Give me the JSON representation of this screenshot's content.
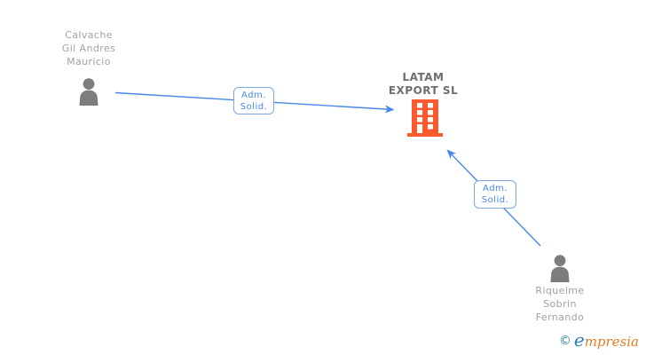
{
  "diagram": {
    "type": "corporate-relationship-graph",
    "background": "#ffffff",
    "colors": {
      "edge_blue": "#4a86e8",
      "edge_label_border": "#7fa8dc",
      "person_icon_gray": "#7d7d7d",
      "person_label_gray": "#a2a2a2",
      "company_label_gray": "#6e6e6e",
      "building_orange": "#f95b2e"
    },
    "nodes": [
      {
        "id": "person-1",
        "type": "person",
        "name": "Calvache\nGil Andres\nMauricio"
      },
      {
        "id": "company",
        "type": "company",
        "name": "LATAM\nEXPORT SL"
      },
      {
        "id": "person-2",
        "type": "person",
        "name": "Riquelme\nSobrin\nFernando"
      }
    ],
    "edges": [
      {
        "from": "person-1",
        "to": "company",
        "label": "Adm.\nSolid."
      },
      {
        "from": "person-2",
        "to": "company",
        "label": "Adm.\nSolid."
      }
    ]
  },
  "logo": {
    "copyright": "©",
    "brand_first_letter": "e",
    "brand_rest": "mpresia"
  }
}
